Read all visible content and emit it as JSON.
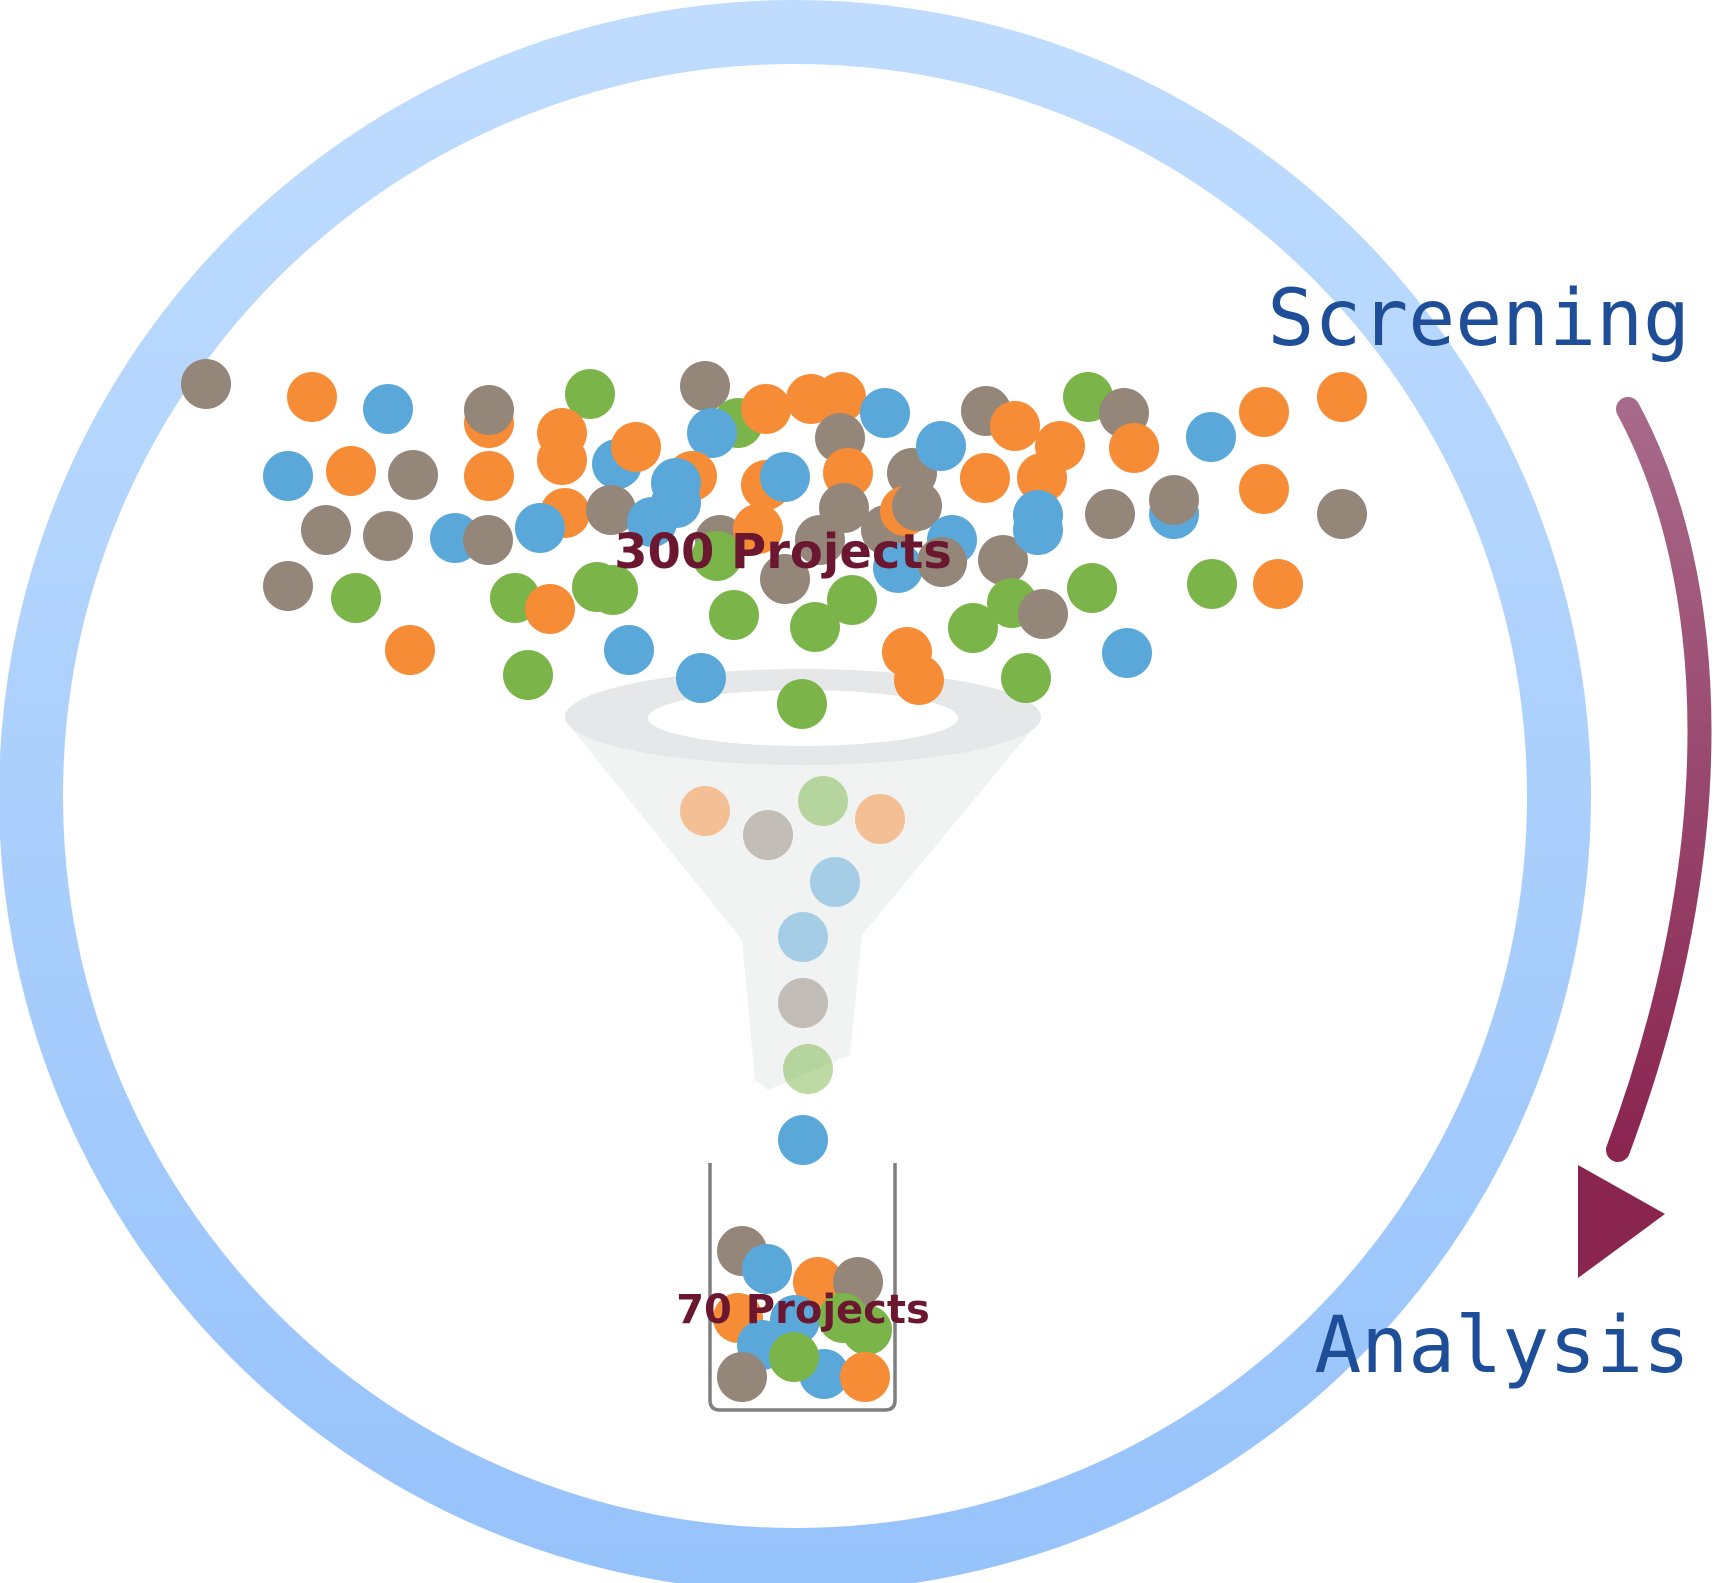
{
  "labels": {
    "screening": "Screening",
    "analysis": "Analysis",
    "input_count": "300 Projects",
    "output_count": "70 Projects"
  },
  "colors": {
    "ring_top": "#bfdcfe",
    "ring_bottom": "#97c3fb",
    "label_blue": "#1f4e99",
    "arrow_top": "#a86a8a",
    "arrow_bottom": "#8a2550",
    "count_text": "#6b1730",
    "dot_orange": "#f78c37",
    "dot_blue": "#5aa8da",
    "dot_grey": "#948779",
    "dot_green": "#7bb54a",
    "funnel_fill": "#f1f2f2",
    "funnel_rim": "#e6e7e8",
    "beaker_stroke": "#7f7f7f"
  },
  "icons": {
    "funnel": "funnel-icon",
    "beaker": "beaker-icon",
    "arrow": "curved-arrow-icon"
  }
}
